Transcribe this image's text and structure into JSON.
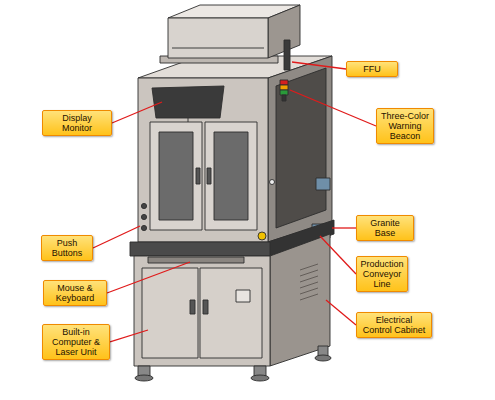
{
  "diagram": {
    "nodes": [
      {
        "text": [
          "FFU"
        ]
      },
      {
        "text": [
          "Display Monitor"
        ]
      },
      {
        "text": [
          "Three-Color Warning Beacon"
        ]
      },
      {
        "text": [
          "Granite Base"
        ]
      },
      {
        "text": [
          "Push Buttons"
        ]
      },
      {
        "text": [
          "Production Conveyor Line"
        ]
      },
      {
        "text": [
          "Mouse & Keyboard"
        ]
      },
      {
        "text": [
          "Electrical Control Cabinet"
        ]
      },
      {
        "text": [
          "Built-in Computer & Laser Unit"
        ]
      }
    ]
  }
}
